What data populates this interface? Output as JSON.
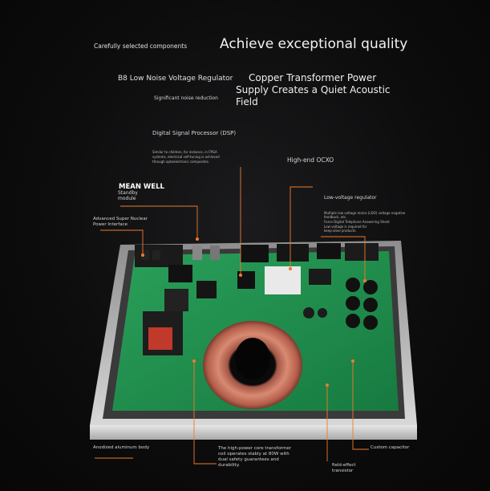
{
  "headline": {
    "left": "Carefully selected components",
    "right": "Achieve exceptional quality"
  },
  "features": {
    "regulator": "B8 Low Noise Voltage Regulator",
    "regulator_sub": "Significant noise reduction",
    "transformer_line1": "Copper Transformer Power",
    "transformer_line2": "Supply Creates a Quiet Acoustic",
    "transformer_line3": "Field"
  },
  "callouts": {
    "dsp_title": "Digital Signal Processor (DSP)",
    "dsp_desc_1": "Similar to children, for instance, in FPGA",
    "dsp_desc_2": "systems, electrical self-tuning is achieved",
    "dsp_desc_3": "through optoelectronic composites.",
    "ocxo_title": "High-end OCXO",
    "mean_well": "MEAN WELL",
    "standby_1": "Standby",
    "standby_2": "module",
    "power_1": "Advanced Super Nuclear",
    "power_2": "Power Interface",
    "lv_title": "Low-voltage regulator",
    "lv_desc_1": "Multiple low voltage mains (LDO) voltage negative",
    "lv_desc_2": "feedback, etc.",
    "lv_desc_3": "Force Digital Telephone Answering Sheet",
    "lv_desc_4": "Low voltage is required for",
    "lv_desc_5": "keep-alive products.",
    "aluminum": "Anodized aluminum body",
    "core_1": "The high-power core transformer",
    "core_2": "coil operates stably at 80W with",
    "core_3": "dual safety guarantees and",
    "core_4": "durability.",
    "capacitor": "Custom capacitor",
    "fet_1": "field-effect",
    "fet_2": "transistor"
  },
  "colors": {
    "accent": "#f07a2a",
    "pcb": "#1f8a4c",
    "chassis": "#cfcfcf",
    "toroid": "#c9705a"
  }
}
